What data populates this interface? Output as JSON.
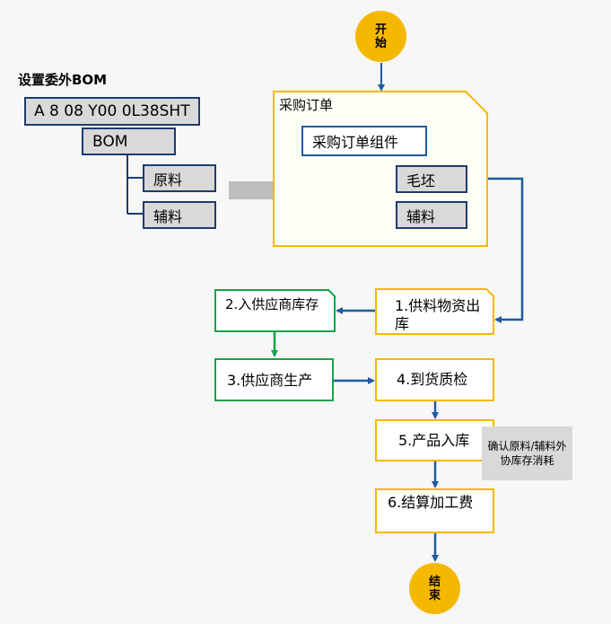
{
  "start": "开始",
  "end": "结束",
  "bom_panel": {
    "title": "设置委外BOM",
    "code": "A 8 08 Y00 0L38SHT",
    "bom": "BOM",
    "item1": "原料",
    "item2": "辅料"
  },
  "po_panel": {
    "title": "采购订单",
    "component": "采购订单组件",
    "item1": "毛坯",
    "item2": "辅料"
  },
  "steps": {
    "s1": "1.供料物资出库",
    "s2": "2.入供应商库存",
    "s3": "3.供应商生产",
    "s4": "4.到货质检",
    "s5": "5.产品入库",
    "s6": "6.结算加工费"
  },
  "note": "确认原料/辅料外协库存消耗",
  "colors": {
    "yellow": "#f5b800",
    "navy": "#1f3b6e",
    "green": "#16a34a",
    "arrow": "#1f5aa0",
    "gray": "#d9d9d9"
  }
}
